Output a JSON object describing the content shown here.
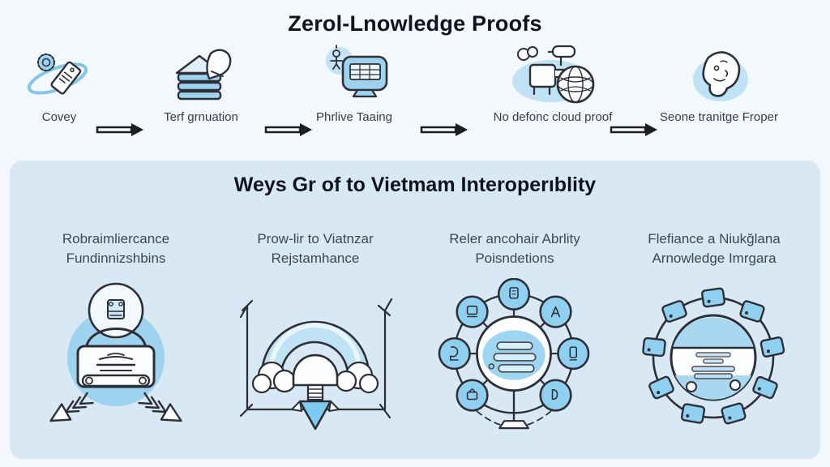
{
  "page": {
    "title": "Zerol-Lnowledge Proofs",
    "colors": {
      "background": "#f2f8fc",
      "panel": "#d8e8f5",
      "icon_blue": "#9ed3ef",
      "icon_blue_light": "#bfe2f4",
      "sketch_stroke": "#2e2f36",
      "title_text": "#101320",
      "label_text": "#373d48"
    }
  },
  "flow": {
    "steps": [
      {
        "label": "Covey",
        "icon": "tag-orbit-icon"
      },
      {
        "label": "Terf grnuation",
        "icon": "layer-stack-stamp-icon"
      },
      {
        "label": "Phrlive Taaing",
        "icon": "computer-person-icon"
      },
      {
        "label": "No defonc cloud proof",
        "icon": "machine-mesh-globe-icon"
      },
      {
        "label": "Seone tranitge Froper",
        "icon": "head-sketch-icon"
      }
    ],
    "arrow_icon": "right-arrow-icon"
  },
  "panel": {
    "title": "Weys Gr of to Vietmam Interoperıblity",
    "columns": [
      {
        "heading_line1": "Robraimliercance",
        "heading_line2": "Fundinnizshbins",
        "illustration": "padlock-arrows-illustration"
      },
      {
        "heading_line1": "Prow-lir to Viatnzar",
        "heading_line2": "Rejstamhance",
        "illustration": "arch-clouds-illustration"
      },
      {
        "heading_line1": "Reler ancohair Abrlity",
        "heading_line2": "Poisndetions",
        "illustration": "network-hub-illustration"
      },
      {
        "heading_line1": "Flefiance a Niukğlana",
        "heading_line2": "Arnowledge Imrgara",
        "illustration": "tag-ring-illustration"
      }
    ]
  }
}
